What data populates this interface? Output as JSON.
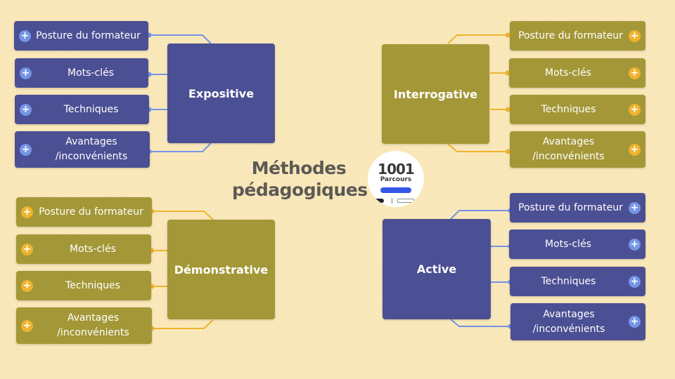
{
  "title": "Méthodes pédagogiques",
  "title_lines": [
    "Méthodes",
    "pédagogiques"
  ],
  "logo": {
    "number": "1001",
    "word": "Parcours"
  },
  "colors": {
    "navy": "#4b4f93",
    "olive": "#a49737",
    "blue_accent": "#7594e6",
    "gold_accent": "#eeb42e",
    "background": "#f9e7b8",
    "title_text": "#5c5a55"
  },
  "branches": [
    {
      "label": "Expositive",
      "color": "navy",
      "position": "top-left",
      "children": [
        {
          "label": "Posture du formateur",
          "icon": "plus-icon"
        },
        {
          "label": "Mots-clés",
          "icon": "plus-icon"
        },
        {
          "label": "Techniques",
          "icon": "plus-icon"
        },
        {
          "label": "Avantages /inconvénients",
          "icon": "plus-icon"
        }
      ]
    },
    {
      "label": "Interrogative",
      "color": "olive",
      "position": "top-right",
      "children": [
        {
          "label": "Posture du formateur",
          "icon": "plus-icon"
        },
        {
          "label": "Mots-clés",
          "icon": "plus-icon"
        },
        {
          "label": "Techniques",
          "icon": "plus-icon"
        },
        {
          "label": "Avantages /inconvénients",
          "icon": "plus-icon"
        }
      ]
    },
    {
      "label": "Démonstrative",
      "color": "olive",
      "position": "bottom-left",
      "children": [
        {
          "label": "Posture du formateur",
          "icon": "plus-icon"
        },
        {
          "label": "Mots-clés",
          "icon": "plus-icon"
        },
        {
          "label": "Techniques",
          "icon": "plus-icon"
        },
        {
          "label": "Avantages /inconvénients",
          "icon": "plus-icon"
        }
      ]
    },
    {
      "label": "Active",
      "color": "navy",
      "position": "bottom-right",
      "children": [
        {
          "label": "Posture du formateur",
          "icon": "plus-icon"
        },
        {
          "label": "Mots-clés",
          "icon": "plus-icon"
        },
        {
          "label": "Techniques",
          "icon": "plus-icon"
        },
        {
          "label": "Avantages /inconvénients",
          "icon": "plus-icon"
        }
      ]
    }
  ],
  "expand_symbol": "+"
}
